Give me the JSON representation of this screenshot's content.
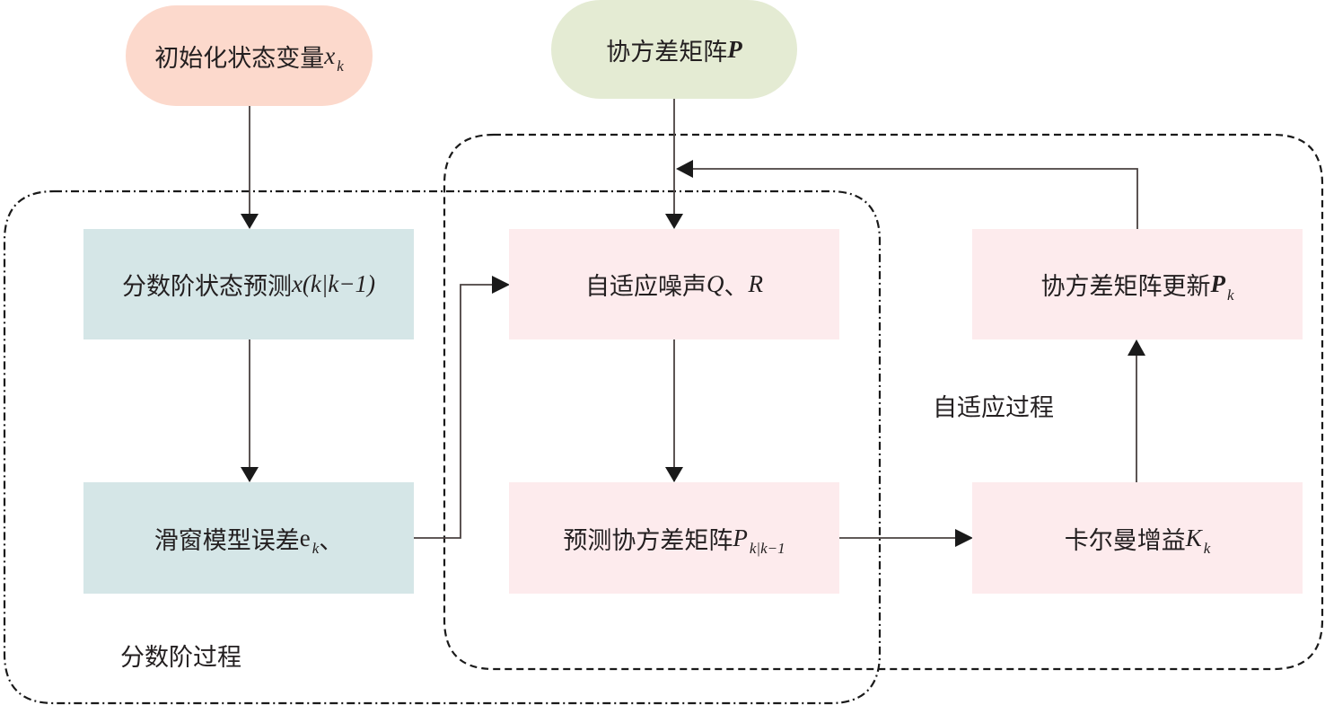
{
  "diagram": {
    "title": "Fractional-order adaptive Kalman filter flowchart",
    "inputs": {
      "init_state": {
        "text": "初始化状态变量",
        "math": "x",
        "sub": "k"
      },
      "covariance": {
        "text": "协方差矩阵",
        "math": "P"
      }
    },
    "nodes": {
      "fractional_prediction": {
        "text": "分数阶状态预测",
        "math": "x(k|k−1)"
      },
      "sliding_window_error": {
        "text": "滑窗模型误差",
        "math": "e",
        "sub": "k",
        "suffix": "、"
      },
      "adaptive_noise": {
        "text": "自适应噪声",
        "math_q": "Q",
        "sep": "、",
        "math_r": "R"
      },
      "predicted_covariance": {
        "text": "预测协方差矩阵",
        "math": "P",
        "sub": "k|k−1"
      },
      "kalman_gain": {
        "text": "卡尔曼增益",
        "math": "K",
        "sub": "k"
      },
      "covariance_update": {
        "text": "协方差矩阵更新",
        "math": "P",
        "sub": "k"
      }
    },
    "groups": {
      "fractional_process": "分数阶过程",
      "adaptive_process": "自适应过程"
    },
    "edges": [
      {
        "from": "init_state",
        "to": "fractional_prediction"
      },
      {
        "from": "covariance",
        "to": "adaptive_noise"
      },
      {
        "from": "fractional_prediction",
        "to": "sliding_window_error"
      },
      {
        "from": "sliding_window_error",
        "to": "adaptive_noise"
      },
      {
        "from": "adaptive_noise",
        "to": "predicted_covariance"
      },
      {
        "from": "predicted_covariance",
        "to": "kalman_gain"
      },
      {
        "from": "kalman_gain",
        "to": "covariance_update"
      },
      {
        "from": "covariance_update",
        "to": "adaptive_noise"
      }
    ],
    "colors": {
      "init_fill": "#fcd9cc",
      "covariance_fill": "#e4ebd3",
      "fractional_fill": "#d5e6e7",
      "adaptive_fill": "#fdebed",
      "line": "#4a4240",
      "arrow": "#1a1a1a"
    }
  }
}
